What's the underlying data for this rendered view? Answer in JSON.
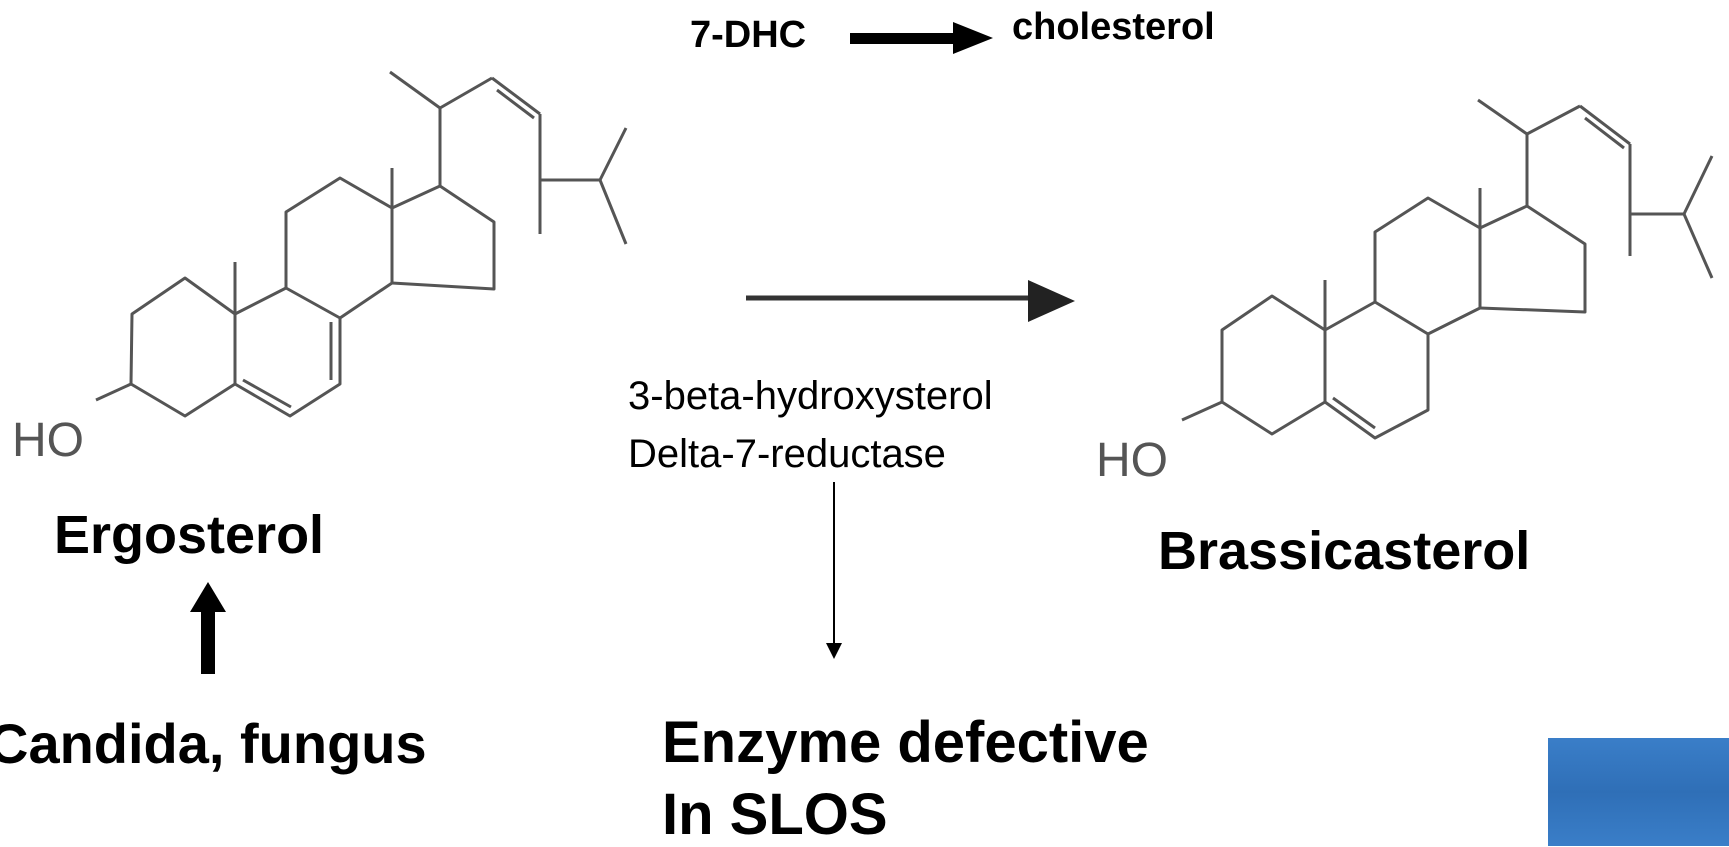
{
  "top_reaction": {
    "substrate": "7-DHC",
    "product": "cholesterol"
  },
  "molecule_left": {
    "name": "Ergosterol",
    "ho_label": "HO"
  },
  "molecule_right": {
    "name": "Brassicasterol",
    "ho_label": "HO"
  },
  "enzyme": {
    "line1": "3-beta-hydroxysterol",
    "line2": "Delta-7-reductase"
  },
  "source_label": "Candida, fungus",
  "defect": {
    "line1": "Enzyme defective",
    "line2": "In SLOS"
  },
  "colors": {
    "text": "#000000",
    "structure_line": "#555555",
    "corner_box": "#2f6fb7"
  }
}
